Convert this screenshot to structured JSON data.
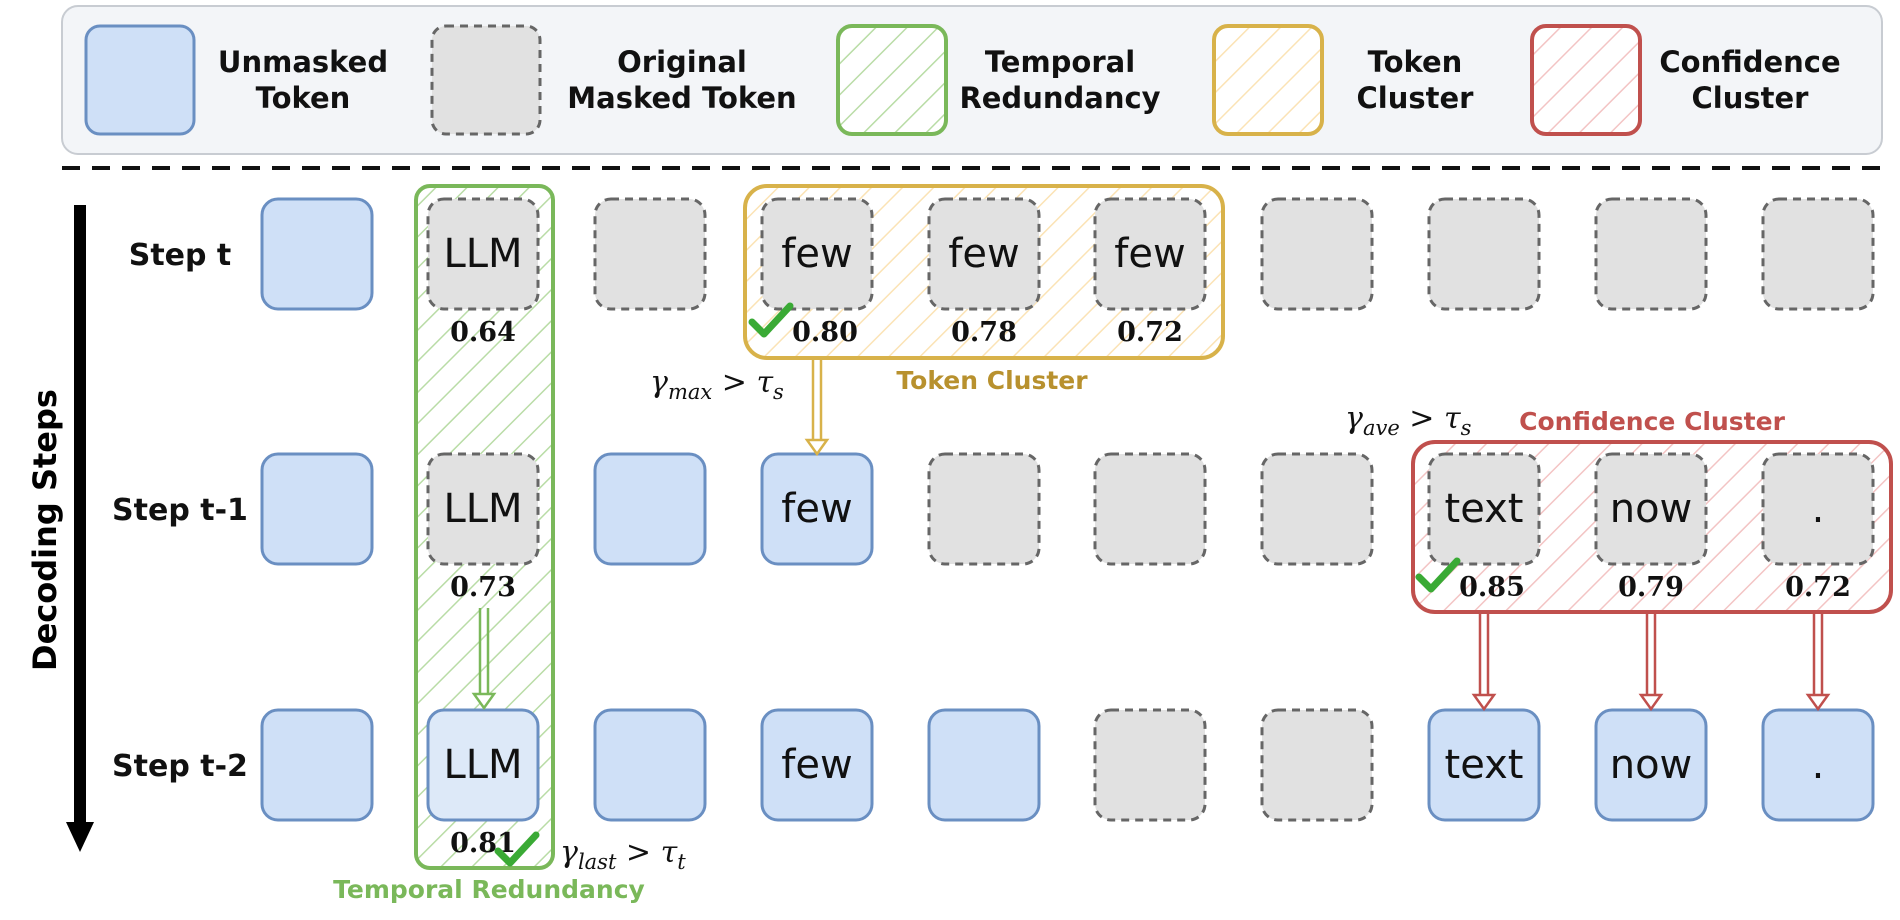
{
  "legend": [
    {
      "label_lines": [
        "Unmasked",
        "Token"
      ],
      "kind": "unmasked"
    },
    {
      "label_lines": [
        "Original",
        "Masked Token"
      ],
      "kind": "masked"
    },
    {
      "label_lines": [
        "Temporal",
        "Redundancy"
      ],
      "kind": "temporal"
    },
    {
      "label_lines": [
        "Token",
        "Cluster"
      ],
      "kind": "cluster"
    },
    {
      "label_lines": [
        "Confidence",
        "Cluster"
      ],
      "kind": "confidence"
    }
  ],
  "axis_label": "Decoding Steps",
  "rows": [
    {
      "label": "Step t",
      "cells": [
        {
          "state": "unmasked",
          "text": ""
        },
        {
          "state": "masked",
          "text": "LLM",
          "score": "0.64"
        },
        {
          "state": "masked",
          "text": ""
        },
        {
          "state": "masked",
          "text": "few",
          "score": "0.80",
          "check": true
        },
        {
          "state": "masked",
          "text": "few",
          "score": "0.78"
        },
        {
          "state": "masked",
          "text": "few",
          "score": "0.72"
        },
        {
          "state": "masked",
          "text": ""
        },
        {
          "state": "masked",
          "text": ""
        },
        {
          "state": "masked",
          "text": ""
        },
        {
          "state": "masked",
          "text": ""
        }
      ]
    },
    {
      "label": "Step t-1",
      "cells": [
        {
          "state": "unmasked",
          "text": ""
        },
        {
          "state": "masked",
          "text": "LLM",
          "score": "0.73"
        },
        {
          "state": "unmasked",
          "text": ""
        },
        {
          "state": "unmasked",
          "text": "few"
        },
        {
          "state": "masked",
          "text": ""
        },
        {
          "state": "masked",
          "text": ""
        },
        {
          "state": "masked",
          "text": ""
        },
        {
          "state": "masked",
          "text": "text",
          "score": "0.85",
          "check": true
        },
        {
          "state": "masked",
          "text": "now",
          "score": "0.79"
        },
        {
          "state": "masked",
          "text": ".",
          "score": "0.72"
        }
      ]
    },
    {
      "label": "Step t-2",
      "cells": [
        {
          "state": "unmasked",
          "text": ""
        },
        {
          "state": "unmasked-light",
          "text": "LLM",
          "score": "0.81",
          "check": true
        },
        {
          "state": "unmasked",
          "text": ""
        },
        {
          "state": "unmasked",
          "text": "few"
        },
        {
          "state": "unmasked",
          "text": ""
        },
        {
          "state": "masked",
          "text": ""
        },
        {
          "state": "masked",
          "text": ""
        },
        {
          "state": "unmasked",
          "text": "text"
        },
        {
          "state": "unmasked",
          "text": "now"
        },
        {
          "state": "unmasked",
          "text": "."
        }
      ]
    }
  ],
  "annotations": {
    "token_cluster_label": "Token Cluster",
    "confidence_cluster_label": "Confidence Cluster",
    "temporal_label": "Temporal Redundancy",
    "gamma_max": {
      "sym": "γ",
      "sub": "max",
      "op": " > ",
      "tau": "τ",
      "tau_sub": "s"
    },
    "gamma_ave": {
      "sym": "γ",
      "sub": "ave",
      "op": " > ",
      "tau": "τ",
      "tau_sub": "s"
    },
    "gamma_last": {
      "sym": "γ",
      "sub": "last",
      "op": " > ",
      "tau": "τ",
      "tau_sub": "t"
    }
  },
  "colors": {
    "unmasked_fill": "#cfe0f7",
    "unmasked_light_fill": "#dde9f8",
    "unmasked_stroke": "#6a8fc2",
    "masked_fill": "#e1e1e1",
    "masked_stroke": "#666666",
    "temporal": "#7ab85a",
    "cluster": "#d8b24a",
    "confidence": "#c0504d",
    "check": "#3aaa35",
    "legend_bg": "#f3f5f8",
    "legend_stroke": "#c8ccd2"
  }
}
